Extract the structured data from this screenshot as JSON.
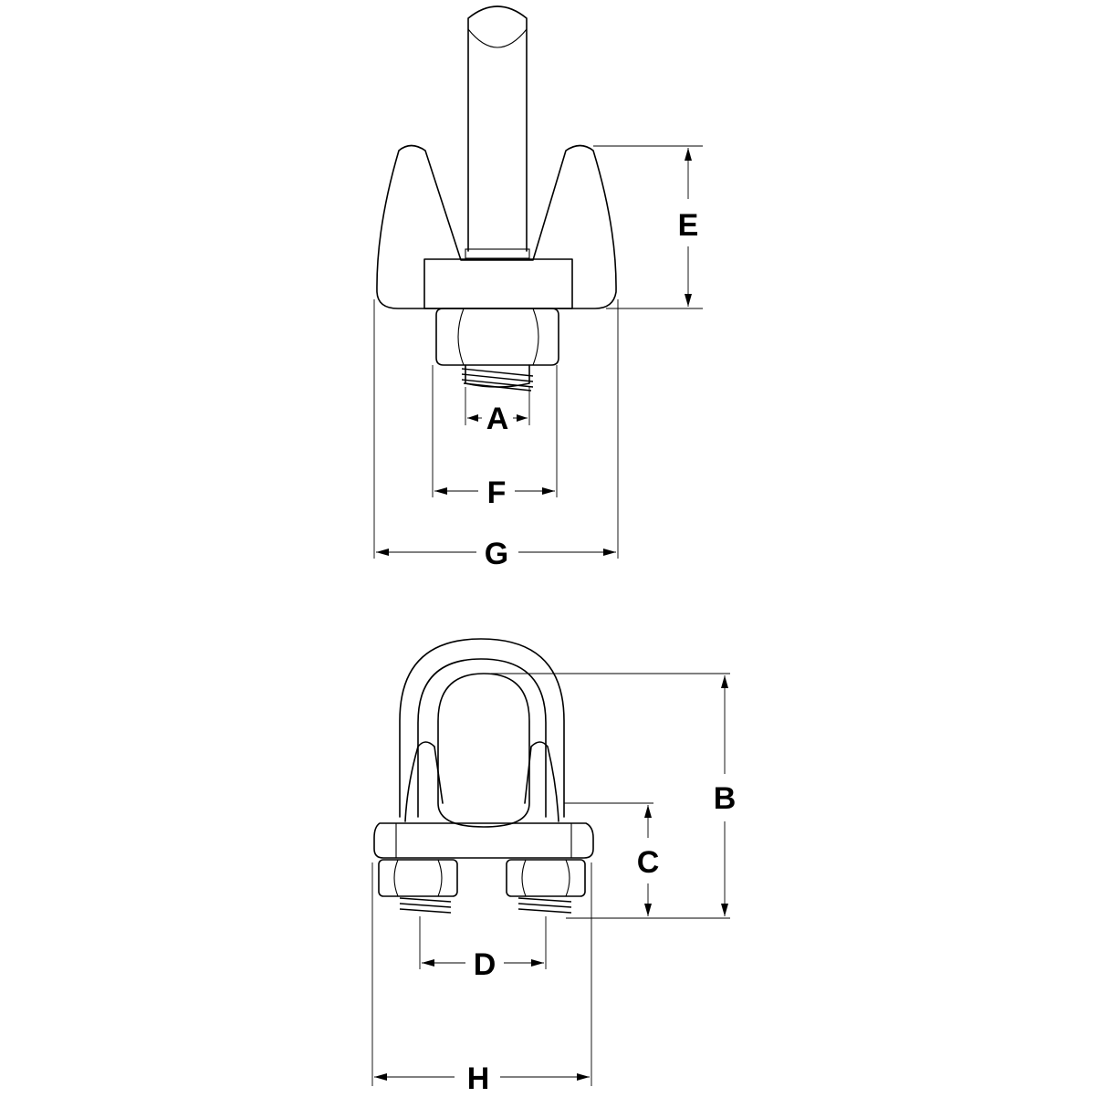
{
  "diagram": {
    "labels": {
      "A": "A",
      "B": "B",
      "C": "C",
      "D": "D",
      "E": "E",
      "F": "F",
      "G": "G",
      "H": "H"
    },
    "colors": {
      "line": "#000000",
      "background": "#ffffff"
    }
  }
}
